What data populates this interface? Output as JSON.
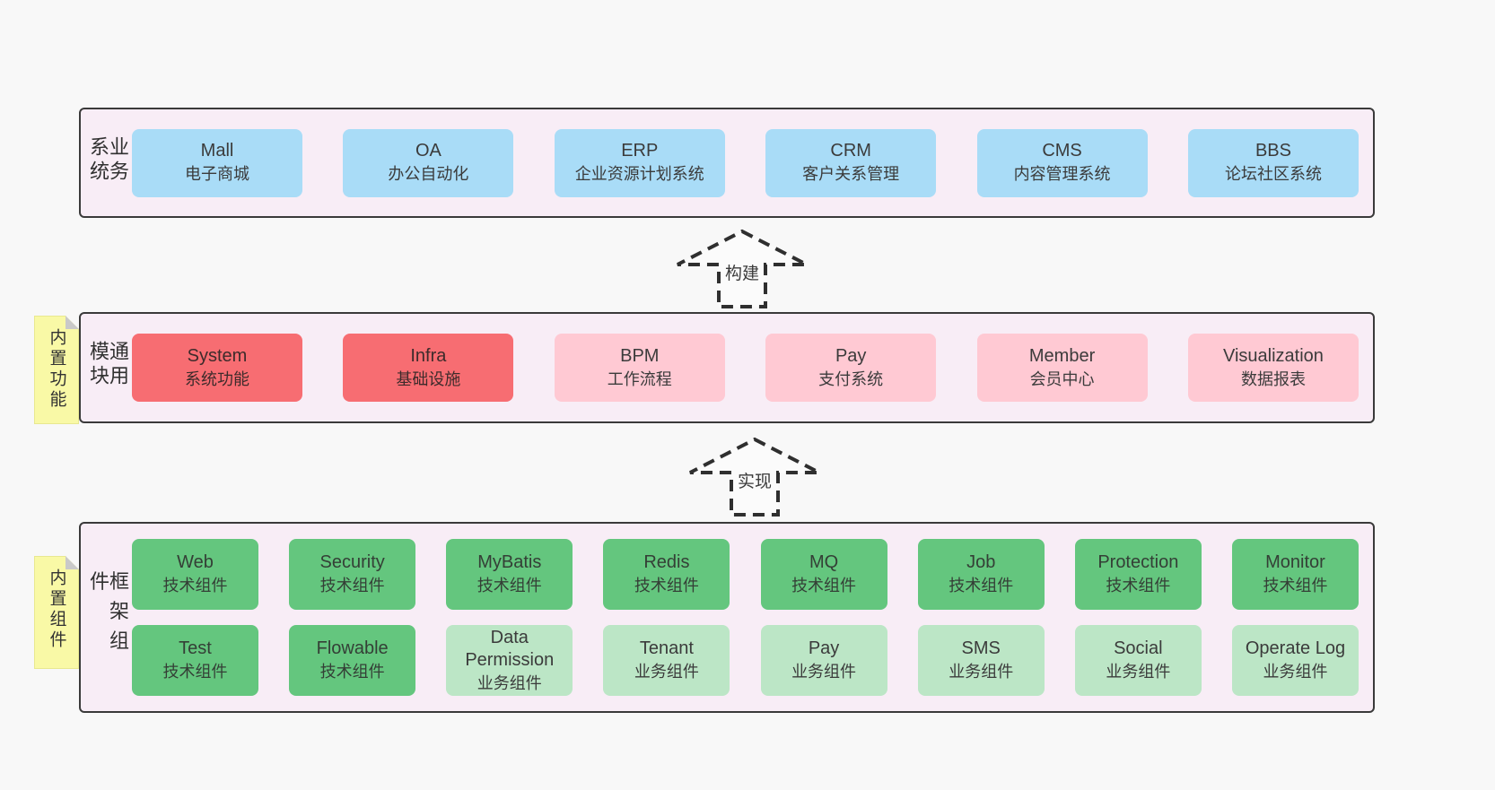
{
  "colors": {
    "background": "#f8f8f8",
    "layer_fill": "#f8edf6",
    "layer_border": "#3a3a3a",
    "blue": "#a9dcf7",
    "red": "#f76d72",
    "pink": "#ffc9d3",
    "green_dark": "#64c67e",
    "green_light": "#bce6c6",
    "sticky_yellow": "#f9f9a6",
    "sticky_fold": "#c9c9c9",
    "text": "#3b3b3b"
  },
  "arrows": [
    {
      "label": "构建"
    },
    {
      "label": "实现"
    }
  ],
  "layers": {
    "business": {
      "label": "业务系统",
      "boxes": [
        {
          "name": "Mall",
          "desc": "电子商城"
        },
        {
          "name": "OA",
          "desc": "办公自动化"
        },
        {
          "name": "ERP",
          "desc": "企业资源计划系统"
        },
        {
          "name": "CRM",
          "desc": "客户关系管理"
        },
        {
          "name": "CMS",
          "desc": "内容管理系统"
        },
        {
          "name": "BBS",
          "desc": "论坛社区系统"
        }
      ]
    },
    "modules": {
      "label": "通用模块",
      "sticky": "内置功能",
      "boxes": [
        {
          "name": "System",
          "desc": "系统功能",
          "variant": "red"
        },
        {
          "name": "Infra",
          "desc": "基础设施",
          "variant": "red"
        },
        {
          "name": "BPM",
          "desc": "工作流程",
          "variant": "pink"
        },
        {
          "name": "Pay",
          "desc": "支付系统",
          "variant": "pink"
        },
        {
          "name": "Member",
          "desc": "会员中心",
          "variant": "pink"
        },
        {
          "name": "Visualization",
          "desc": "数据报表",
          "variant": "pink"
        }
      ]
    },
    "components": {
      "label": "框架组件",
      "sticky": "内置组件",
      "row1": [
        {
          "name": "Web",
          "desc": "技术组件",
          "variant": "green-dark"
        },
        {
          "name": "Security",
          "desc": "技术组件",
          "variant": "green-dark"
        },
        {
          "name": "MyBatis",
          "desc": "技术组件",
          "variant": "green-dark"
        },
        {
          "name": "Redis",
          "desc": "技术组件",
          "variant": "green-dark"
        },
        {
          "name": "MQ",
          "desc": "技术组件",
          "variant": "green-dark"
        },
        {
          "name": "Job",
          "desc": "技术组件",
          "variant": "green-dark"
        },
        {
          "name": "Protection",
          "desc": "技术组件",
          "variant": "green-dark"
        },
        {
          "name": "Monitor",
          "desc": "技术组件",
          "variant": "green-dark"
        }
      ],
      "row2": [
        {
          "name": "Test",
          "desc": "技术组件",
          "variant": "green-dark"
        },
        {
          "name": "Flowable",
          "desc": "技术组件",
          "variant": "green-dark"
        },
        {
          "name": "Data Permission",
          "desc": "业务组件",
          "variant": "green-light"
        },
        {
          "name": "Tenant",
          "desc": "业务组件",
          "variant": "green-light"
        },
        {
          "name": "Pay",
          "desc": "业务组件",
          "variant": "green-light"
        },
        {
          "name": "SMS",
          "desc": "业务组件",
          "variant": "green-light"
        },
        {
          "name": "Social",
          "desc": "业务组件",
          "variant": "green-light"
        },
        {
          "name": "Operate Log",
          "desc": "业务组件",
          "variant": "green-light"
        }
      ]
    }
  }
}
